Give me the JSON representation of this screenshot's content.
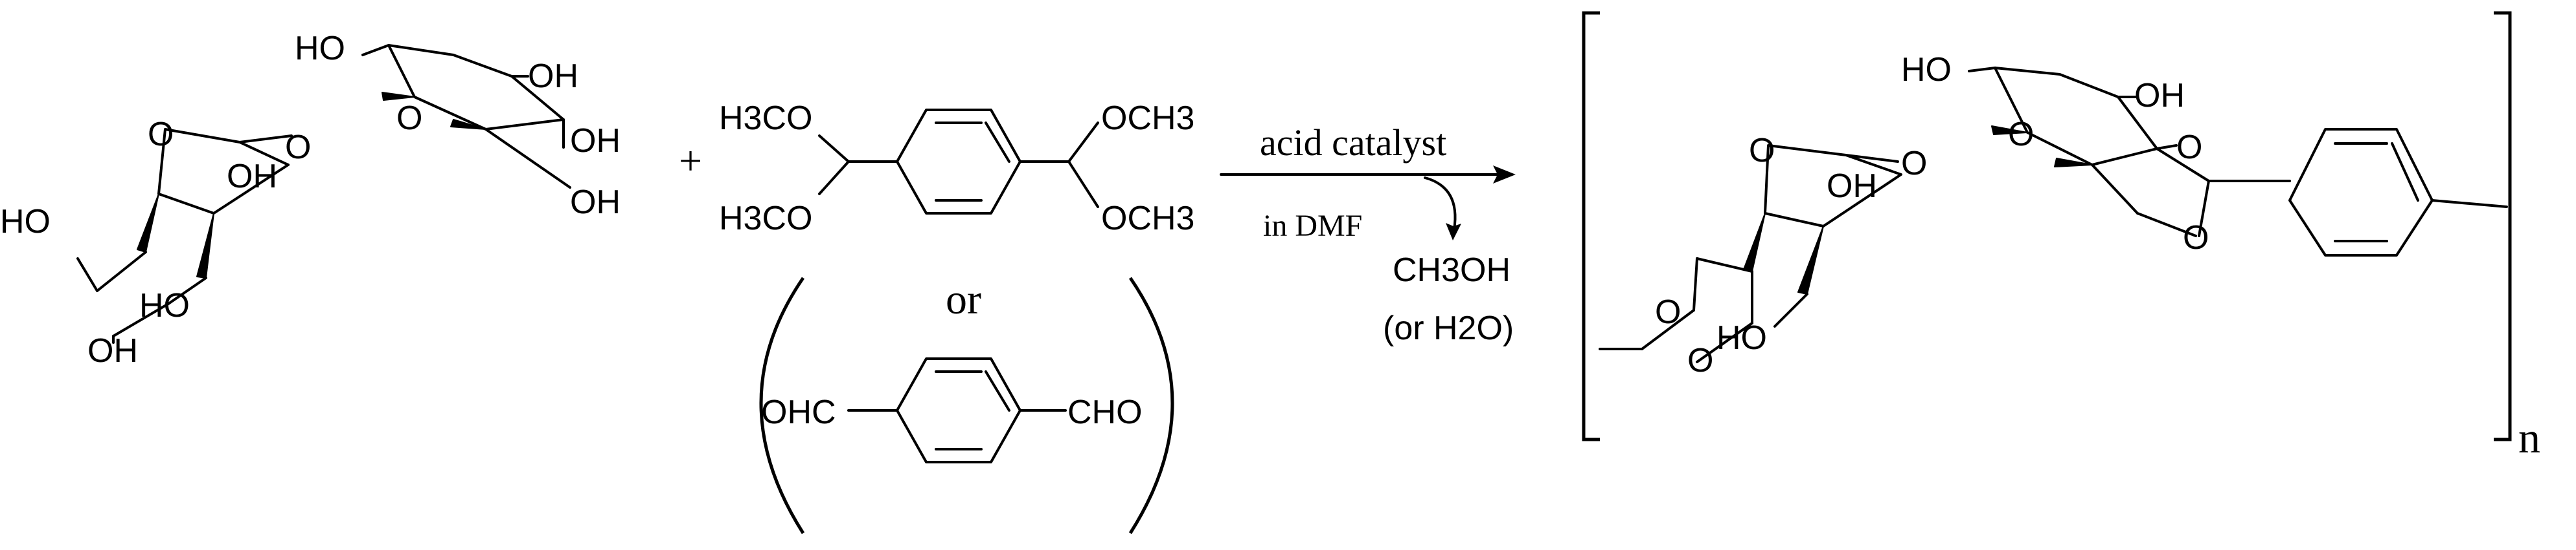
{
  "reactant1_labels": {
    "oh_top": "HO",
    "oh_right_top": "OH",
    "oh_right_mid": "OH",
    "oh_right_low": "OH",
    "ring_o_right": "O",
    "glyco_o": "O",
    "ring_o_left": "O",
    "oh_left_mid": "OH",
    "ho_left": "HO",
    "ho_left_low": "HO",
    "oh_bottom": "OH"
  },
  "plus_sign": "+",
  "reactant2": {
    "acetal_tl": "H3CO",
    "acetal_bl": "H3CO",
    "acetal_tr": "OCH3",
    "acetal_br": "OCH3",
    "or_word": "or",
    "ald_left": "OHC",
    "ald_right": "CHO"
  },
  "conditions": {
    "above_arrow": "acid catalyst",
    "below_arrow": "in DMF",
    "byproduct_main": "CH3OH",
    "byproduct_alt": "(or H2O)"
  },
  "product_labels": {
    "ho_top": "HO",
    "oh_top": "OH",
    "ring_o_right": "O",
    "glyco_o": "O",
    "ring_o_left": "O",
    "oh_mid": "OH",
    "acetal_o_right_top": "O",
    "acetal_o_right_bot": "O",
    "acetal_o_left_top": "O",
    "acetal_o_left_bot": "O",
    "ho_bottom": "HO",
    "repeat_n": "n"
  }
}
